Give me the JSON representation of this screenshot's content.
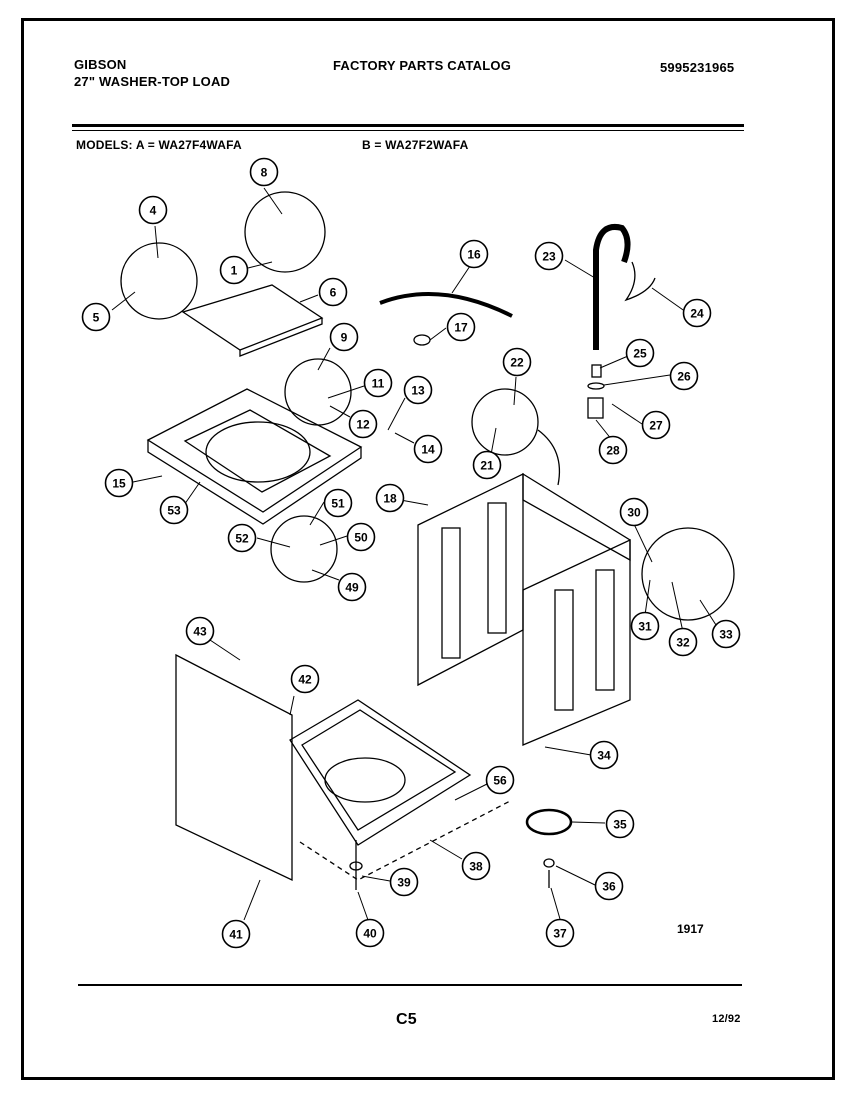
{
  "header": {
    "brand": "GIBSON",
    "product": "27\" WASHER-TOP LOAD",
    "catalog": "FACTORY PARTS CATALOG",
    "catalog_number": "5995231965"
  },
  "models": {
    "label_a": "MODELS:  A = WA27F4WAFA",
    "label_b": "B = WA27F2WAFA"
  },
  "callouts": [
    "1",
    "4",
    "5",
    "6",
    "8",
    "9",
    "11",
    "12",
    "13",
    "14",
    "15",
    "16",
    "17",
    "18",
    "21",
    "22",
    "23",
    "24",
    "25",
    "26",
    "27",
    "28",
    "30",
    "31",
    "32",
    "33",
    "34",
    "35",
    "36",
    "37",
    "38",
    "39",
    "40",
    "41",
    "42",
    "43",
    "49",
    "50",
    "51",
    "52",
    "53",
    "56"
  ],
  "diagram_number": "1917",
  "footer": {
    "page_code": "C5",
    "date": "12/92"
  }
}
